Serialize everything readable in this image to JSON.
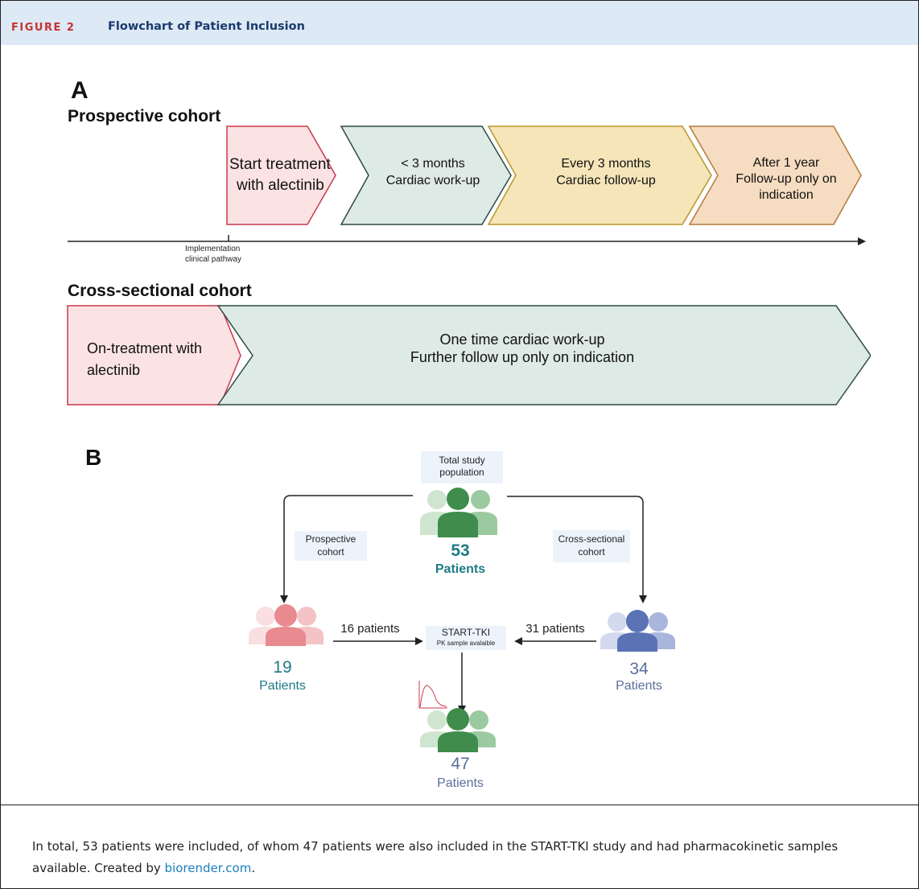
{
  "figure": {
    "label": "FIGURE 2",
    "title": "Flowchart of Patient Inclusion"
  },
  "panel_a": {
    "letter": "A",
    "prospective_title": "Prospective cohort",
    "steps": [
      {
        "line1": "Start treatment",
        "line2": "with alectinib",
        "color": "#fbe3e4",
        "stroke": "#c8394a"
      },
      {
        "line1": "< 3 months",
        "line2": "Cardiac work-up",
        "color": "#deeae5",
        "stroke": "#2d4a44"
      },
      {
        "line1": "Every 3 months",
        "line2": "Cardiac follow-up",
        "color": "#f5e5b8",
        "stroke": "#b8952a"
      },
      {
        "line1": "After 1 year",
        "line2": "Follow-up only on",
        "line3": "indication",
        "color": "#f6dcc0",
        "stroke": "#b27a3c"
      }
    ],
    "timeline_note_line1": "Implementation",
    "timeline_note_line2": "clinical pathway",
    "cross_title": "Cross-sectional cohort",
    "cross_steps": [
      {
        "line1": "On-treatment with",
        "line2": "alectinib",
        "color": "#fbe3e4",
        "stroke": "#c8394a"
      },
      {
        "line1": "One time cardiac work-up",
        "line2": "Further follow up only on indication",
        "color": "#deeae5",
        "stroke": "#2d4a44"
      }
    ]
  },
  "panel_b": {
    "letter": "B",
    "total_label_line1": "Total study",
    "total_label_line2": "population",
    "total_count": "53",
    "total_unit": "Patients",
    "prospective_label_line1": "Prospective",
    "prospective_label_line2": "cohort",
    "cross_label_line1": "Cross-sectional",
    "cross_label_line2": "cohort",
    "prospective_count": "19",
    "prospective_unit": "Patients",
    "cross_count": "34",
    "cross_unit": "Patients",
    "left_arrow_label": "16 patients",
    "right_arrow_label": "31 patients",
    "starttki_line1": "START-TKI",
    "starttki_line2": "PK sample avalaible",
    "pk_count": "47",
    "pk_unit": "Patients",
    "colors": {
      "teal": "#1f7a85",
      "slate": "#5a6e9c",
      "green": "#3f8c4c",
      "green_light": "#9ccaa0",
      "green_pale": "#cfe5d0",
      "pink": "#e88a8f",
      "pink_light": "#f3c3c5",
      "pink_pale": "#f9dfe0",
      "blue": "#5b72b4",
      "blue_light": "#a9b6dc",
      "blue_pale": "#d3daee",
      "label_box": "#edf3fb"
    }
  },
  "caption": {
    "text": "In total, 53 patients were included, of whom 47 patients were also included in the START-TKI study and had pharmacokinetic samples available. Created by ",
    "link": "biorender.com",
    "end": "."
  }
}
